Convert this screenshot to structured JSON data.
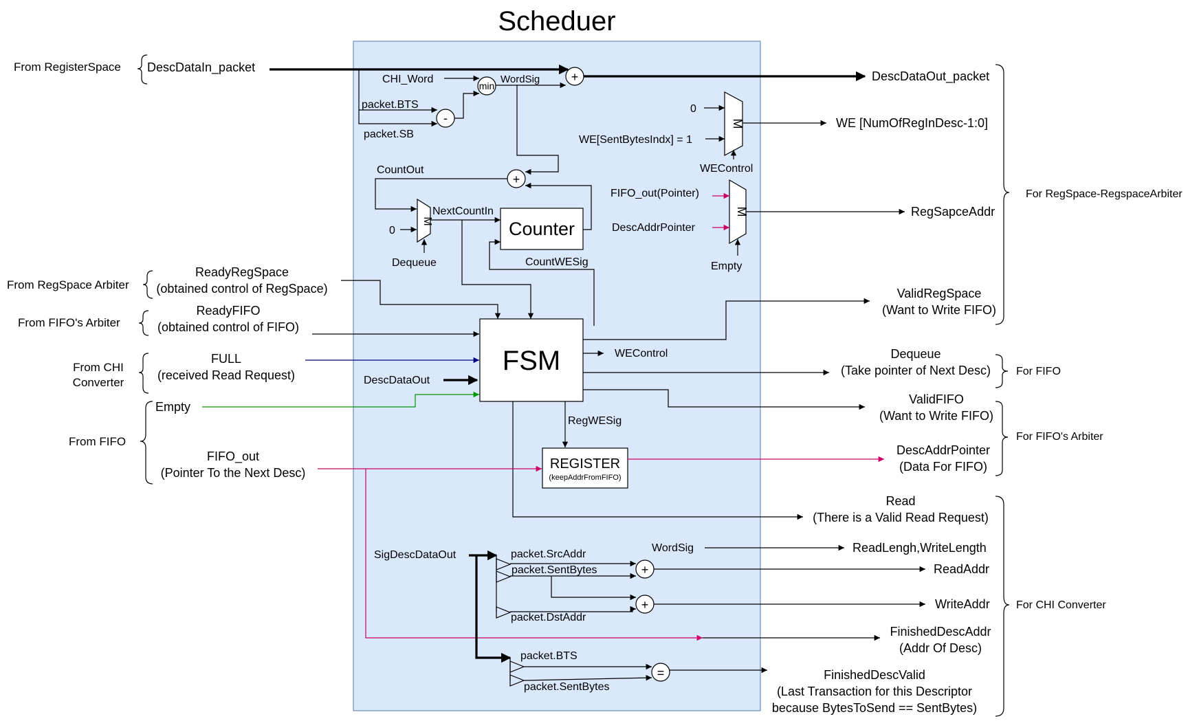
{
  "title": "Scheduer",
  "colors": {
    "container_fill": "#dae8fc",
    "container_stroke": "#6c8ebf",
    "pink": "#cc0066",
    "navy": "#000080",
    "green": "#009900"
  },
  "blocks": {
    "fsm": "FSM",
    "counter": "Counter",
    "register": "REGISTER",
    "register_sub": "(keepAddrFromFIFO)",
    "mux": "M"
  },
  "ops": {
    "plus": "+",
    "minus": "-",
    "min": "min",
    "equal": "="
  },
  "sources": {
    "register_space": "From RegisterSpace",
    "regspace_arbiter": "From RegSpace Arbiter",
    "fifo_arbiter": "From FIFO's Arbiter",
    "chi_converter_1": "From CHI",
    "chi_converter_2": "Converter",
    "fifo": "From FIFO"
  },
  "inputs": {
    "desc_data_in": "DescDataIn_packet",
    "ready_regspace": "ReadyRegSpace",
    "ready_regspace_sub": "(obtained control of RegSpace)",
    "ready_fifo": "ReadyFIFO",
    "ready_fifo_sub": "(obtained control of FIFO)",
    "full": "FULL",
    "full_sub": "(received Read Request)",
    "empty": "Empty",
    "fifo_out": "FIFO_out",
    "fifo_out_sub": "(Pointer To the Next Desc)"
  },
  "internal": {
    "chi_word": "CHI_Word",
    "word_sig": "WordSig",
    "packet_bts": "packet.BTS",
    "packet_sb": "packet.SB",
    "zero_we": "0",
    "we_sent": "WE[SentBytesIndx] = 1",
    "we_control_mux": "WEControl",
    "count_out": "CountOut",
    "next_count_in": "NextCountIn",
    "zero_count": "0",
    "dequeue_sel": "Dequeue",
    "count_we_sig": "CountWESig",
    "fifo_out_pointer": "FIFO_out(Pointer)",
    "desc_addr_pointer_in": "DescAddrPointer",
    "empty_sel": "Empty",
    "desc_data_out": "DescDataOut",
    "we_control_fsm": "WEControl",
    "reg_we_sig": "RegWESig",
    "sig_desc_data_out": "SigDescDataOut",
    "packet_src_addr": "packet.SrcAddr",
    "packet_sent_bytes": "packet.SentBytes",
    "packet_dst_addr": "packet.DstAddr",
    "word_sig_bottom": "WordSig",
    "packet_bts_bottom": "packet.BTS",
    "packet_sent_bytes_bottom": "packet.SentBytes"
  },
  "outputs": {
    "desc_data_out_packet": "DescDataOut_packet",
    "we": "WE [NumOfRegInDesc-1:0]",
    "reg_sapce_addr": "RegSapceAddr",
    "valid_regspace": "ValidRegSpace",
    "valid_regspace_sub": "(Want to Write FIFO)",
    "dequeue": "Dequeue",
    "dequeue_sub": "(Take pointer of Next Desc)",
    "valid_fifo": "ValidFIFO",
    "valid_fifo_sub": "(Want to Write FIFO)",
    "desc_addr_pointer": "DescAddrPointer",
    "desc_addr_pointer_sub": "(Data For FIFO)",
    "read": "Read",
    "read_sub": "(There is a Valid Read Request)",
    "read_length": "ReadLengh,WriteLength",
    "read_addr": "ReadAddr",
    "write_addr": "WriteAddr",
    "finished_desc_addr": "FinishedDescAddr",
    "finished_desc_addr_sub": "(Addr Of Desc)",
    "finished_desc_valid": "FinishedDescValid",
    "finished_desc_valid_sub1": "(Last Transaction for this Descriptor",
    "finished_desc_valid_sub2": "because BytesToSend == SentBytes)"
  },
  "groups": {
    "regspace_arbiter": "For RegSpace-RegspaceArbiter",
    "fifo": "For FIFO",
    "fifo_arbiter": "For FIFO's Arbiter",
    "chi_converter": "For CHI Converter"
  }
}
